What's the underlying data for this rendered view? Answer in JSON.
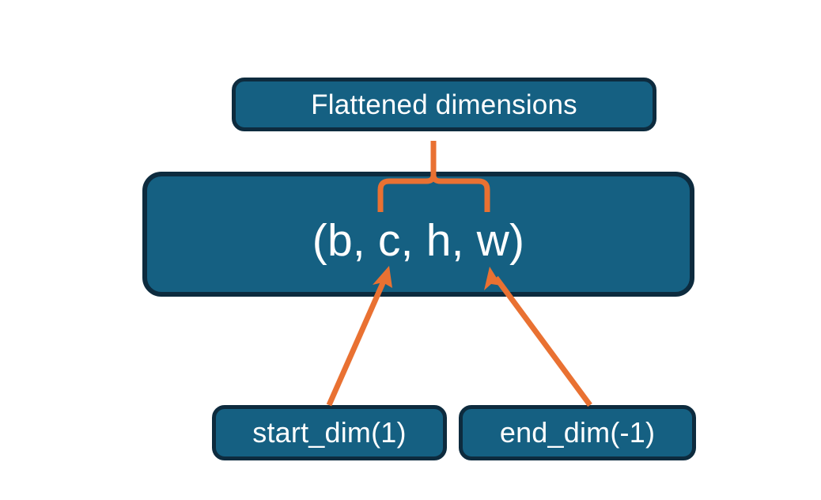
{
  "diagram": {
    "title_node": {
      "label": "Flattened dimensions"
    },
    "tuple_node": {
      "label": "(b, c, h, w)",
      "dims": [
        "b",
        "c",
        "h",
        "w"
      ]
    },
    "argument_nodes": [
      {
        "label": "start_dim(1)",
        "arg_name": "start_dim",
        "arg_value": "1"
      },
      {
        "label": "end_dim(-1)",
        "arg_name": "end_dim",
        "arg_value": "-1"
      }
    ],
    "connectors": [
      {
        "name": "brace-to-flattened",
        "from": "tuple-dims-c-to-w",
        "to": "flattened-dimensions"
      },
      {
        "name": "arrow-start-dim",
        "from": "start_dim(1)",
        "to": "tuple-dim-c"
      },
      {
        "name": "arrow-end-dim",
        "from": "end_dim(-1)",
        "to": "tuple-dim-w"
      }
    ],
    "colors": {
      "node_fill": "#156082",
      "node_border": "#0d2b3e",
      "node_text": "#ffffff",
      "connector": "#E97132",
      "background": "#ffffff"
    }
  }
}
